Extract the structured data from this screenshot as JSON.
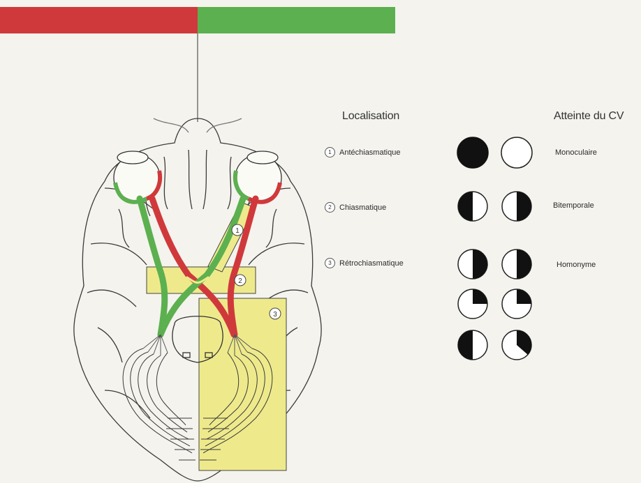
{
  "headers": {
    "localisation": "Localisation",
    "atteinte": "Atteinte du CV"
  },
  "colors": {
    "left_visual_field": "#d0393b",
    "right_visual_field": "#5cb04f",
    "lesion_zone": "#eeea8c",
    "background": "#f4f3ee"
  },
  "rows": [
    {
      "number": "1",
      "localisation": "Antéchiasmatique",
      "atteinte": "Monoculaire",
      "icons": [
        "full-black-circle-icon",
        "empty-circle-icon"
      ]
    },
    {
      "number": "2",
      "localisation": "Chiasmatique",
      "atteinte": "Bitemporale",
      "icons": [
        "left-half-black-circle-icon",
        "right-half-black-circle-icon"
      ]
    },
    {
      "number": "3",
      "localisation": "Rétrochiasmatique",
      "atteinte": "Homonyme",
      "icons": [
        "right-half-black-circle-icon",
        "right-half-black-circle-icon",
        "upper-right-quadrant-black-circle-icon",
        "upper-right-quadrant-black-circle-icon",
        "left-half-black-circle-icon",
        "right-wedge-black-circle-icon"
      ]
    }
  ],
  "diagram_markers": [
    "1",
    "2",
    "3"
  ]
}
